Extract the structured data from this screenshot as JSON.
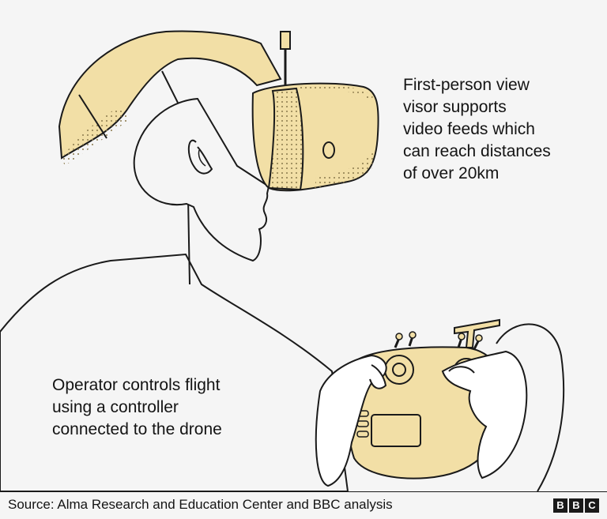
{
  "callouts": {
    "visor": "First-person view\nvisor supports\nvideo feeds which\ncan reach distances\nof over 20km",
    "operator": "Operator controls flight\nusing a controller\nconnected to the drone"
  },
  "footer": {
    "source": "Source: Alma Research and Education Center and BBC analysis",
    "logo_letters": [
      "B",
      "B",
      "C"
    ]
  },
  "colors": {
    "background": "#f5f5f5",
    "device_fill": "#f2dfa6",
    "outline": "#1a1a1a",
    "text": "#141414"
  },
  "icons": [
    "drone-operator-illustration",
    "fpv-visor-headset",
    "remote-controller",
    "bbc-logo"
  ]
}
